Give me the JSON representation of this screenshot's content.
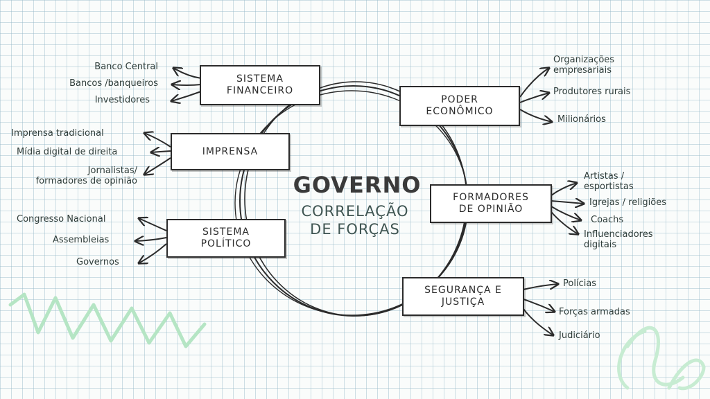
{
  "center": {
    "title": "GOVERNO",
    "subtitle": "CORRELAÇÃO\nDE FORÇAS"
  },
  "nodes": {
    "sistema_financeiro": {
      "label": "SISTEMA\nFINANCEIRO",
      "items": [
        "Banco Central",
        "Bancos /banqueiros",
        "Investidores"
      ]
    },
    "imprensa": {
      "label": "IMPRENSA",
      "items": [
        "Imprensa tradicional",
        "Mídia digital de direita",
        "Jornalistas/\nformadores de opinião"
      ]
    },
    "sistema_politico": {
      "label": "SISTEMA\nPOLÍTICO",
      "items": [
        "Congresso Nacional",
        "Assembleias",
        "Governos"
      ]
    },
    "poder_economico": {
      "label": "PODER\nECONÔMICO",
      "items": [
        "Organizações\nempresariais",
        "Produtores rurais",
        "Milionários"
      ]
    },
    "formadores_opiniao": {
      "label": "FORMADORES\nDE OPINIÃO",
      "items": [
        "Artistas /\nesportistas",
        "Igrejas / religiões",
        "Coachs",
        "Influenciadores\ndigitais"
      ]
    },
    "seguranca_justica": {
      "label": "SEGURANÇA E\nJUSTIÇA",
      "items": [
        "Polícias",
        "Forças armadas",
        "Judiciário"
      ]
    }
  },
  "colors": {
    "ink": "#2b2b2b",
    "decor": "#b5e5c4",
    "grid": "#a3c4cf"
  }
}
